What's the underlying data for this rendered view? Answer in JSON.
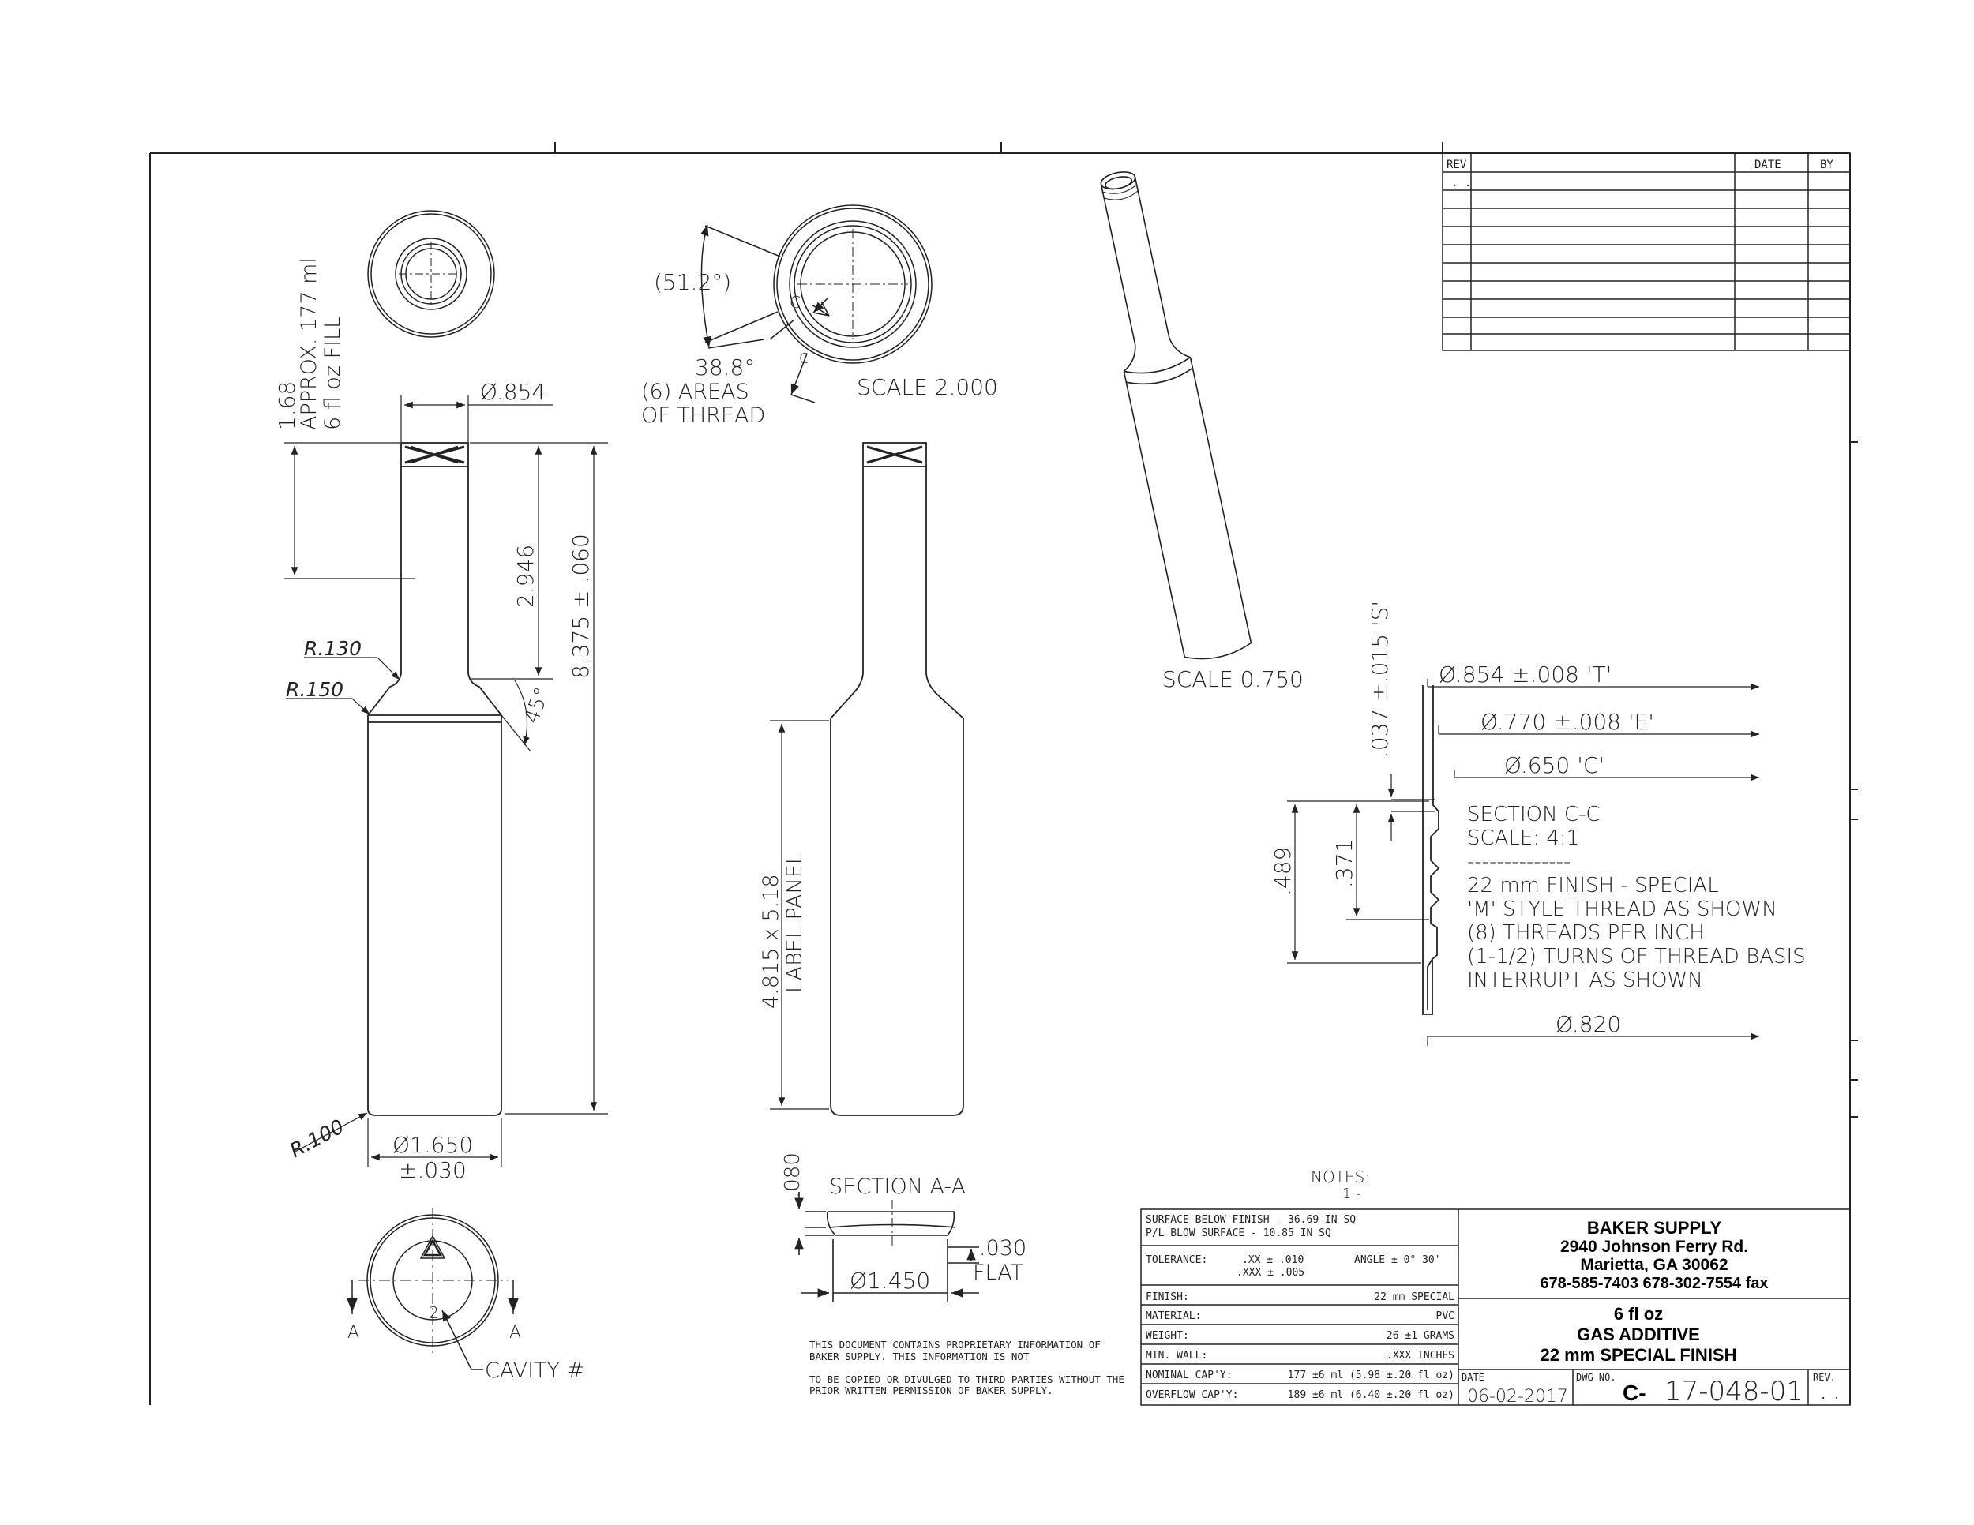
{
  "top_views": {
    "fill_label": "APPROX. 177 ml",
    "fill_label2": "6 fl oz FILL",
    "fill_height": "1.68",
    "dia_neck": "Ø.854",
    "height_neck": "2.946",
    "height_total": "8.375 ± .060",
    "r130": "R.130",
    "r150": "R.150",
    "angle45": "45°",
    "r100": "R.100",
    "dia_body": "Ø1.650",
    "dia_body_tol": "±.030"
  },
  "finish_view": {
    "angle_paren": "(51.2°)",
    "angle2": "38.8°",
    "c_label": "C",
    "thread_areas": "(6) AREAS",
    "thread_areas2": "OF THREAD",
    "scale": "SCALE  2.000"
  },
  "front_view": {
    "label_panel": "4.815 x 5.18",
    "label_panel2": "LABEL PANEL"
  },
  "iso_view": {
    "scale": "SCALE  0.750"
  },
  "section_cc": {
    "t_dim": "Ø.854 ±.008 'T'",
    "e_dim": "Ø.770 ±.008 'E'",
    "c_dim": "Ø.650 'C'",
    "s_dim": ".037 ±.015 'S'",
    "h489": ".489",
    "h371": ".371",
    "d820": "Ø.820",
    "notes": [
      "SECTION C-C",
      "SCALE: 4:1",
      "--------------",
      "22 mm FINISH - SPECIAL",
      "'M' STYLE THREAD AS SHOWN",
      "(8) THREADS PER INCH",
      "(1-1/2) TURNS OF THREAD BASIS",
      "INTERRUPT AS SHOWN"
    ]
  },
  "section_aa": {
    "title": "SECTION  A-A",
    "d080": ".080",
    "d030": ".030",
    "flat": "FLAT",
    "d1450": "Ø1.450"
  },
  "bottom_view": {
    "cavity": "CAVITY #",
    "a_left": "A",
    "a_right": "A",
    "num": "2"
  },
  "rev_table": {
    "headers": [
      "REV",
      "DATE",
      "BY"
    ],
    "first_row": ". ."
  },
  "notes_label": "NOTES:",
  "notes_item": "1 -",
  "proprietary": [
    "THIS DOCUMENT CONTAINS PROPRIETARY INFORMATION OF",
    "BAKER SUPPLY.  THIS INFORMATION IS NOT",
    "TO BE COPIED OR DIVULGED TO THIRD PARTIES WITHOUT THE",
    "PRIOR WRITTEN PERMISSION OF BAKER SUPPLY."
  ],
  "spec_table": {
    "surface1": "SURFACE BELOW FINISH -  36.69  IN SQ",
    "surface2": "P/L BLOW SURFACE     -  10.85  IN SQ",
    "tol_label": "TOLERANCE:",
    "tol_xx": ".XX ±  .010",
    "tol_xxx": ".XXX ±  .005",
    "tol_angle": "ANGLE ± 0° 30'",
    "finish_label": "FINISH:",
    "finish_val": "22 mm SPECIAL",
    "material_label": "MATERIAL:",
    "material_val": "PVC",
    "weight_label": "WEIGHT:",
    "weight_val": "26 ±1 GRAMS",
    "wall_label": "MIN. WALL:",
    "wall_val": ".XXX INCHES",
    "nominal_label": "NOMINAL CAP'Y:",
    "nominal_val": "177 ±6 ml (5.98 ±.20 fl oz)",
    "overflow_label": "OVERFLOW CAP'Y:",
    "overflow_val": "189 ±6 ml (6.40 ±.20 fl oz)"
  },
  "company": {
    "name": "BAKER SUPPLY",
    "address1": "2940 Johnson Ferry Rd.",
    "address2": "Marietta, GA  30062",
    "phone": "678-585-7403     678-302-7554  fax"
  },
  "product": {
    "line1": "6 fl oz",
    "line2": "GAS ADDITIVE",
    "line3": "22 mm SPECIAL FINISH"
  },
  "title_block": {
    "date_label": "DATE",
    "date_val": "06-02-2017",
    "dwg_label": "DWG NO.",
    "dwg_prefix": "C-",
    "dwg_num": "17-048-01",
    "rev_label": "REV.",
    "rev_val": ". ."
  }
}
